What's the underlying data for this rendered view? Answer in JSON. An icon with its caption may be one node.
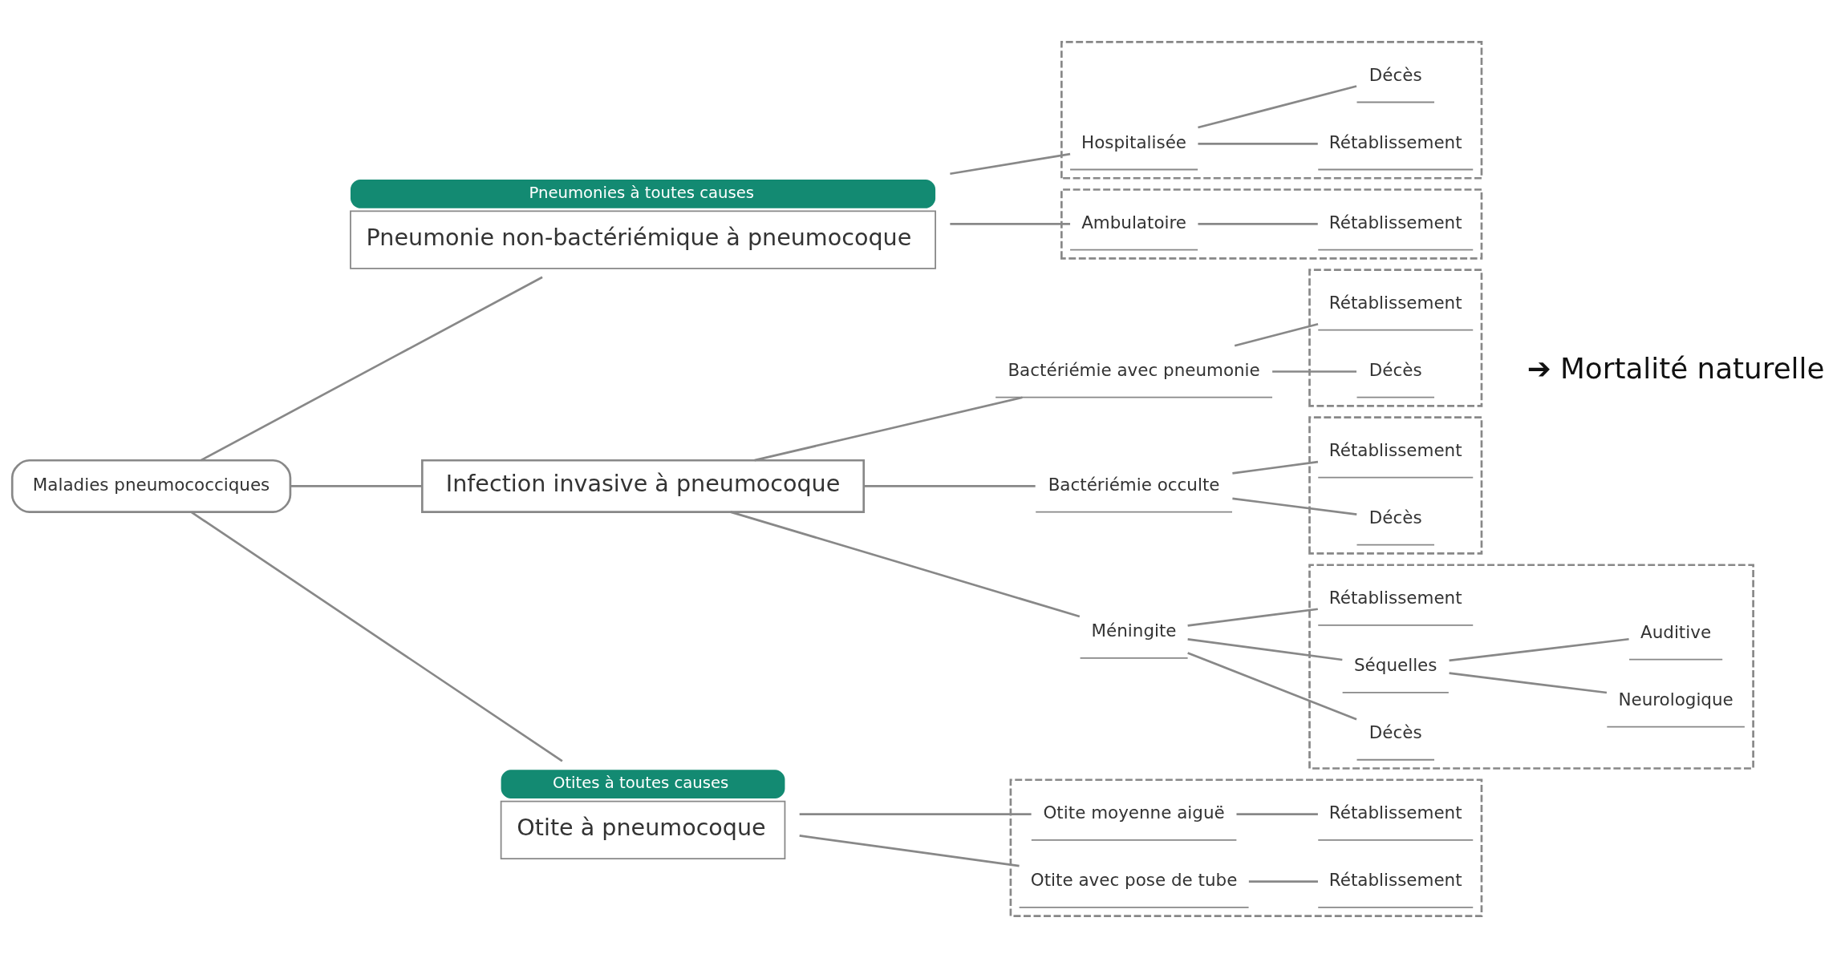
{
  "diagram": {
    "nodes": [
      {
        "text": [
          "Maladies pneumococciques"
        ]
      },
      {
        "text": [
          "Infection invasive à pneumocoque"
        ]
      },
      {
        "text": [
          "Méningite"
        ]
      },
      {
        "text": [],
        "shape": "box"
      },
      {
        "text": [
          "Rétablissement"
        ],
        "in": 3
      },
      {
        "text": [
          "Séquelles"
        ],
        "in": 3
      },
      {
        "text": [
          "Neurologique"
        ],
        "in": 3
      },
      {
        "text": [
          "Auditive"
        ],
        "in": 3
      },
      {
        "text": [
          "Décès"
        ],
        "in": 3
      },
      {
        "text": [
          "Bactériémie occulte"
        ]
      },
      {
        "text": [],
        "shape": "box"
      },
      {
        "text": [
          "Rétablissement"
        ],
        "in": 10
      },
      {
        "text": [
          "Décès"
        ],
        "in": 10
      },
      {
        "text": [
          "Bactériémie avec pneumonie"
        ]
      },
      {
        "text": [],
        "shape": "box"
      },
      {
        "text": [
          "Rétablissement"
        ],
        "in": 14
      },
      {
        "text": [
          "Décès"
        ],
        "in": 14
      },
      {
        "text": [
          "Pneumonie non-bactériémique à pneumocoque"
        ],
        "beside": [
          "Pneumonies à toutes causes"
        ]
      },
      {
        "text": [],
        "shape": "box"
      },
      {
        "text": [
          "Hospitalisée"
        ],
        "in": 18
      },
      {
        "text": [
          "Rétablissement"
        ],
        "in": 18
      },
      {
        "text": [
          "Décès"
        ],
        "in": 18
      },
      {
        "text": [],
        "shape": "box"
      },
      {
        "text": [
          "Ambulatoire"
        ],
        "in": 22
      },
      {
        "text": [
          "Rétablissement"
        ],
        "in": 22
      },
      {
        "text": [
          "Otite à pneumocoque"
        ],
        "beside": [
          "Otites à toutes causes"
        ]
      },
      {
        "text": [],
        "shape": "box"
      },
      {
        "text": [
          "Otite moyenne aiguë"
        ],
        "in": 26
      },
      {
        "text": [
          "Rétablissement"
        ],
        "in": 26
      },
      {
        "text": [
          "Otite avec pose de tube"
        ],
        "in": 26
      },
      {
        "text": [
          "Rétablissement"
        ],
        "in": 26
      }
    ],
    "edges": [
      {
        "from": 0,
        "to": 1,
        "arrow": "none"
      },
      {
        "from": 0,
        "to": 17,
        "arrow": "none"
      },
      {
        "from": 0,
        "to": 25,
        "arrow": "none"
      },
      {
        "from": 1,
        "to": 2,
        "arrow": "none"
      },
      {
        "from": 1,
        "to": 9,
        "arrow": "none"
      },
      {
        "from": 1,
        "to": 13,
        "arrow": "none"
      },
      {
        "from": 2,
        "to": 4,
        "arrow": "none"
      },
      {
        "from": 2,
        "to": 5,
        "arrow": "none"
      },
      {
        "from": 2,
        "to": 8,
        "arrow": "none"
      },
      {
        "from": 5,
        "to": 6,
        "arrow": "none"
      },
      {
        "from": 5,
        "to": 7,
        "arrow": "none"
      },
      {
        "from": 9,
        "to": 11,
        "arrow": "none"
      },
      {
        "from": 9,
        "to": 12,
        "arrow": "none"
      },
      {
        "from": 13,
        "to": 15,
        "arrow": "none"
      },
      {
        "from": 13,
        "to": 16,
        "arrow": "none"
      },
      {
        "from": 17,
        "to": 19,
        "arrow": "none"
      },
      {
        "from": 17,
        "to": 23,
        "arrow": "none"
      },
      {
        "from": 19,
        "to": 20,
        "arrow": "none"
      },
      {
        "from": 19,
        "to": 21,
        "arrow": "none"
      },
      {
        "from": 23,
        "to": 24,
        "arrow": "none"
      },
      {
        "from": 25,
        "to": 27,
        "arrow": "none"
      },
      {
        "from": 25,
        "to": 29,
        "arrow": "none"
      },
      {
        "from": 27,
        "to": 28,
        "arrow": "none"
      },
      {
        "from": 29,
        "to": 30,
        "arrow": "none"
      }
    ],
    "labels": [
      "➔ Mortalité naturelle"
    ]
  }
}
